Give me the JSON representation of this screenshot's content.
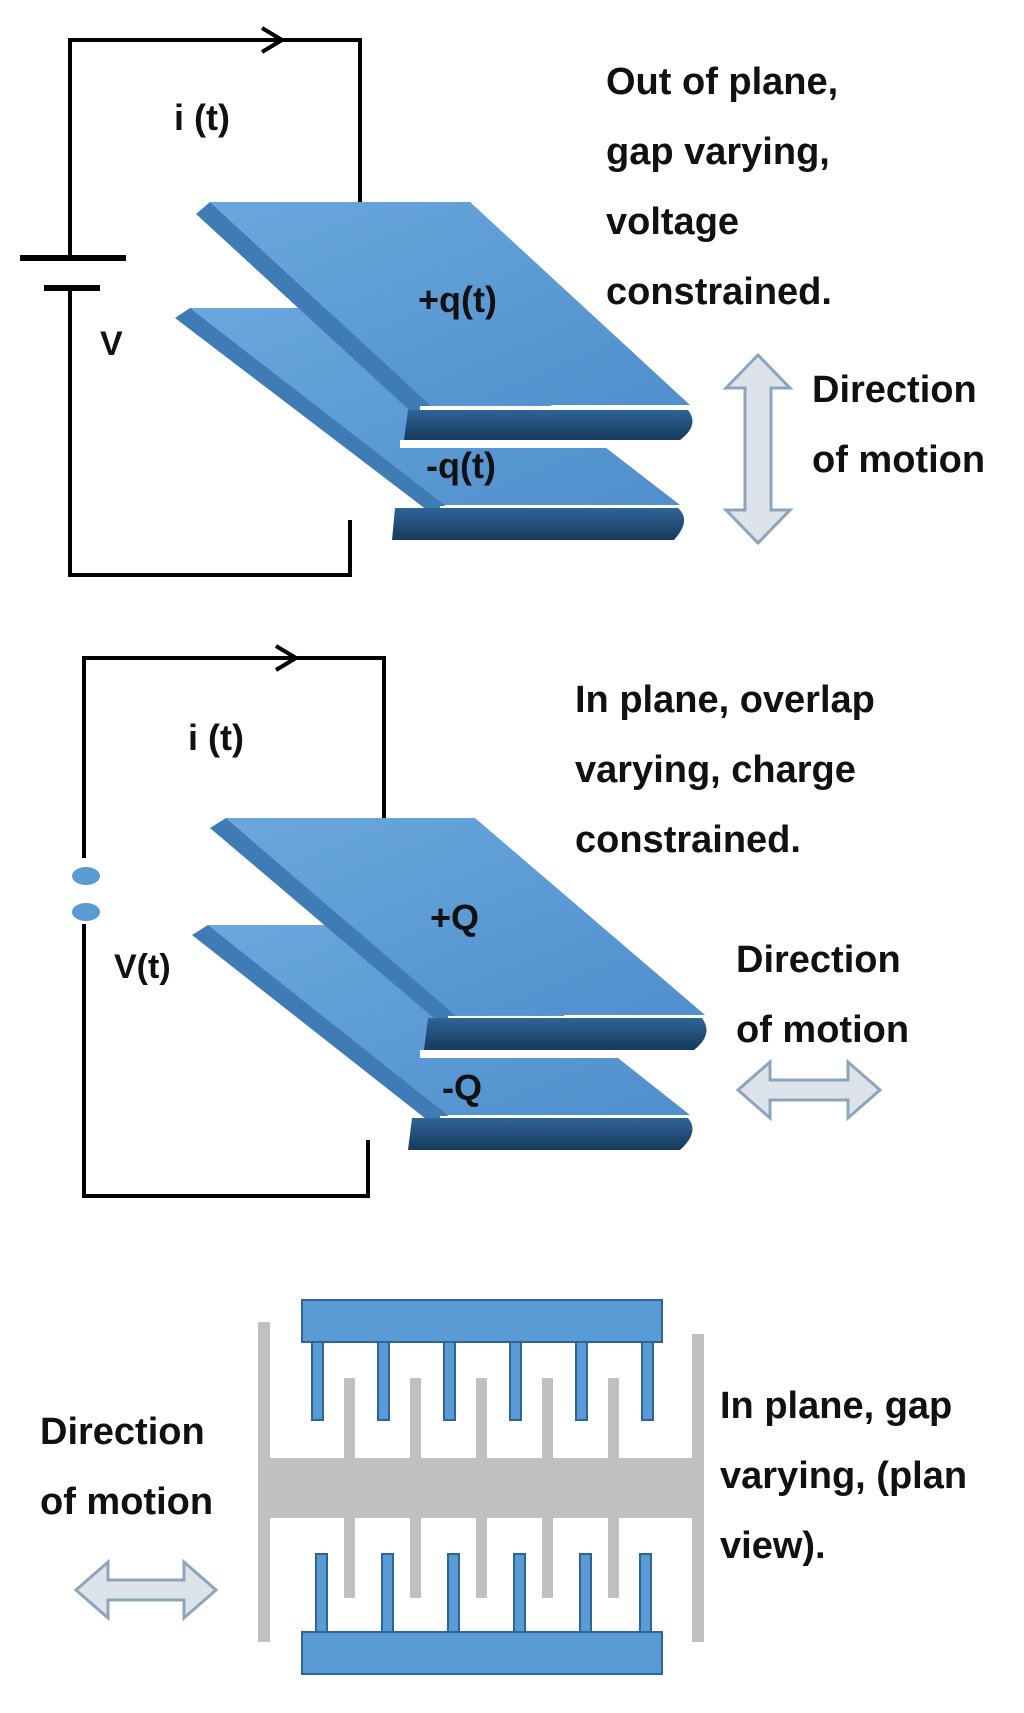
{
  "panel1": {
    "current_label": "i (t)",
    "source_label": "V",
    "top_plate_label": "+q(t)",
    "bottom_plate_label": "-q(t)",
    "description_lines": [
      "Out of plane,",
      "gap varying,",
      "voltage",
      "constrained."
    ],
    "motion_lines": [
      "Direction",
      "of motion"
    ]
  },
  "panel2": {
    "current_label": "i (t)",
    "source_label": "V(t)",
    "top_plate_label": "+Q",
    "bottom_plate_label": "-Q",
    "description_lines": [
      "In plane, overlap",
      "varying, charge",
      "constrained."
    ],
    "motion_lines": [
      "Direction",
      "of motion"
    ]
  },
  "panel3": {
    "description_lines": [
      "In plane, gap",
      "varying, (plan",
      "view)."
    ],
    "motion_lines": [
      "Direction",
      "of motion"
    ]
  },
  "colors": {
    "plate_top": "#5b9bd5",
    "plate_edge": "#2e6496",
    "plate_dark": "#1f4e79",
    "comb_fixed": "#5b9bd5",
    "comb_moving": "#c0c0c0",
    "wire": "#000000",
    "arrow_fill": "#dde3ea",
    "arrow_stroke": "#8ea4bd"
  }
}
